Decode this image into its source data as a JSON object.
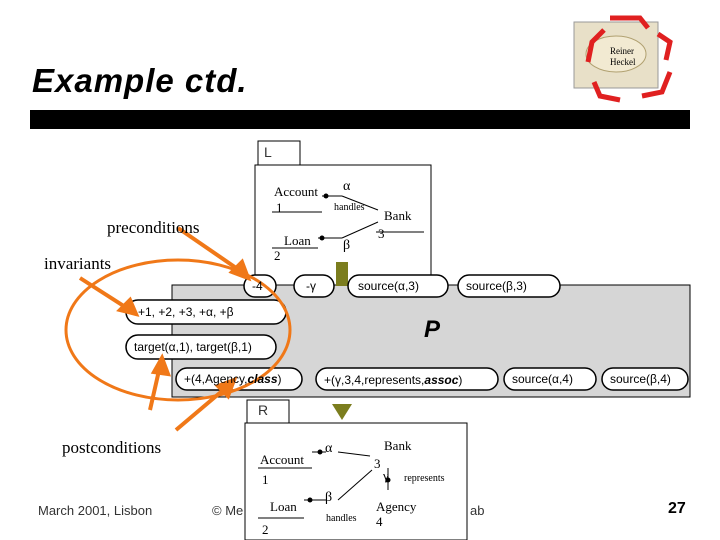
{
  "slide": {
    "title": "Example ctd.",
    "page_number": "27",
    "footer_left": "March 2001, Lisbon",
    "footer_middle_start": "© Me",
    "footer_middle_end": "ab"
  },
  "logo": {
    "line1": "Reiner",
    "line2": "Heckel"
  },
  "annotations": {
    "preconditions": "preconditions",
    "invariants": "invariants",
    "postconditions": "postconditions"
  },
  "L": {
    "label": "L",
    "account": "Account",
    "account_id": "1",
    "loan": "Loan",
    "loan_id": "2",
    "bank": "Bank",
    "bank_id": "3",
    "alpha": "α",
    "beta": "β",
    "handles": "handles"
  },
  "middle": {
    "neg4": "-4",
    "neg_gamma": "-γ",
    "source_alpha3": "source(α,3)",
    "source_beta3": "source(β,3)",
    "plus_list": "+1, +2, +3, +α, +β",
    "P": "P",
    "targets": "target(α,1), target(β,1)",
    "plus_agency": "+(4,Agency,",
    "plus_agency_class": "class",
    "plus_gamma": "+(γ,3,4,represents,",
    "plus_gamma_assoc": "assoc",
    "source_alpha4": "source(α,4)",
    "source_beta4": "source(β,4)"
  },
  "R": {
    "label": "R",
    "account": "Account",
    "account_id": "1",
    "loan": "Loan",
    "loan_id": "2",
    "bank": "Bank",
    "bank_id": "3",
    "agency": "Agency",
    "agency_id": "4",
    "alpha": "α",
    "beta": "β",
    "gamma": "γ",
    "handles": "handles",
    "represents": "represents"
  },
  "colors": {
    "arrow": "#f07818",
    "olive": "#7b7d1e",
    "ring": "#f07818",
    "logo_red": "#e02020"
  }
}
